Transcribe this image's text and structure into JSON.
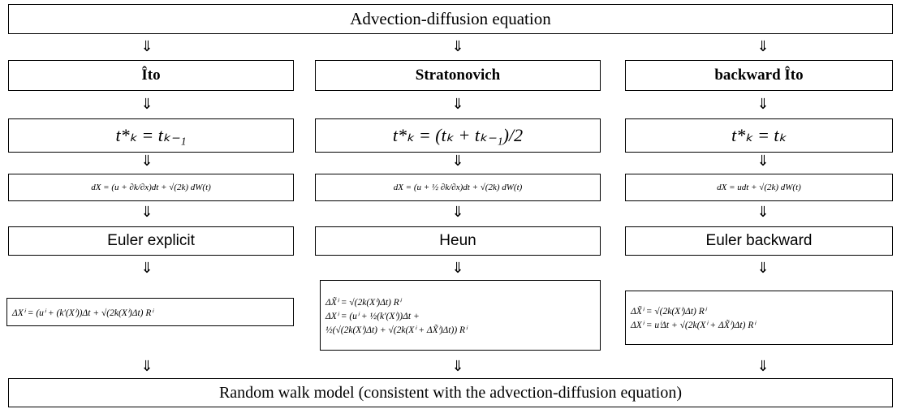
{
  "top": {
    "label": "Advection-diffusion equation"
  },
  "arrow_glyph": "⇓",
  "columns": [
    {
      "id": "ito",
      "header": "Îto",
      "time": "t*ₖ = tₖ₋₁",
      "sde": "dX = (u + ∂k/∂x)dt + √(2k) dW(t)",
      "method": "Euler explicit",
      "scheme": [
        "ΔXⁱ = (uⁱ + (k′(Xⁱ))Δt + √(2k(Xⁱ)Δt) Rⁱ"
      ]
    },
    {
      "id": "stratonovich",
      "header": "Stratonovich",
      "time": "t*ₖ = (tₖ + tₖ₋₁)/2",
      "sde": "dX = (u + ½ ∂k/∂x)dt + √(2k) dW(t)",
      "method": "Heun",
      "scheme": [
        "ΔX̃ⁱ = √(2k(Xⁱ)Δt) Rⁱ",
        "ΔXⁱ = (uⁱ + ½(k′(Xⁱ))Δt +",
        "½(√(2k(Xⁱ)Δt) + √(2k(Xⁱ + ΔX̃ⁱ)Δt)) Rⁱ"
      ]
    },
    {
      "id": "backward-ito",
      "header": "backward Îto",
      "time": "t*ₖ = tₖ",
      "sde": "dX = udt + √(2k) dW(t)",
      "method": "Euler backward",
      "scheme": [
        "ΔX̃ⁱ = √(2k(Xⁱ)Δt) Rⁱ",
        "ΔXⁱ = uⁱΔt + √(2k(Xⁱ + ΔX̃ⁱ)Δt) Rⁱ"
      ]
    }
  ],
  "bottom": {
    "label": "Random walk model (consistent with the advection-diffusion equation)"
  }
}
